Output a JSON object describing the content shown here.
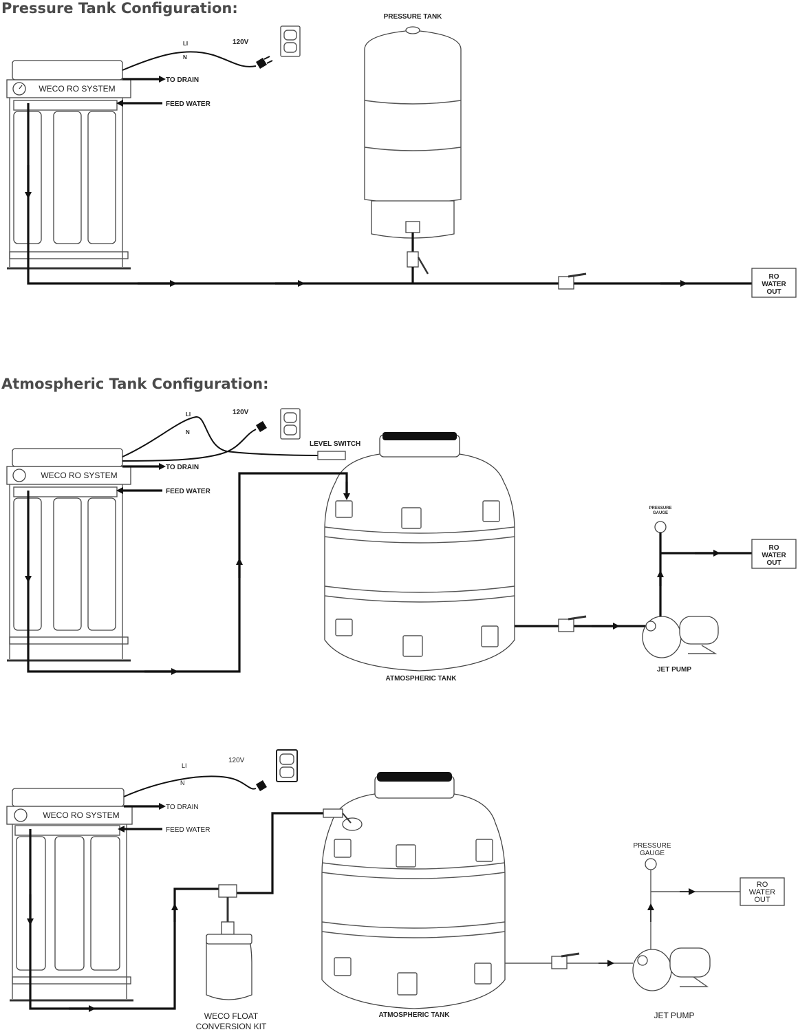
{
  "sections": {
    "pressure": {
      "title": "Pressure Tank Configuration:",
      "system_label": "WECO RO SYSTEM",
      "voltage": "120V",
      "wire_l": "LI",
      "wire_n": "N",
      "to_drain": "TO DRAIN",
      "feed_water": "FEED WATER",
      "tank_label": "PRESSURE TANK",
      "out_label": [
        "RO",
        "WATER",
        "OUT"
      ]
    },
    "atmospheric": {
      "title": "Atmospheric Tank Configuration:",
      "system_label": "WECO RO SYSTEM",
      "voltage": "120V",
      "wire_l": "LI",
      "wire_n": "N",
      "to_drain": "TO DRAIN",
      "feed_water": "FEED WATER",
      "level_switch": "LEVEL SWITCH",
      "tank_label": "ATMOSPHERIC TANK",
      "gauge_label": [
        "PRESSURE",
        "GAUGE"
      ],
      "pump_label": "JET PUMP",
      "out_label": [
        "RO",
        "WATER",
        "OUT"
      ]
    },
    "float": {
      "system_label": "WECO RO SYSTEM",
      "voltage": "120V",
      "wire_l": "LI",
      "wire_n": "N",
      "to_drain": "TO DRAIN",
      "feed_water": "FEED WATER",
      "kit_label": [
        "WECO FLOAT",
        "CONVERSION KIT"
      ],
      "tank_label": "ATMOSPHERIC TANK",
      "gauge_label": [
        "PRESSURE",
        "GAUGE"
      ],
      "pump_label": "JET PUMP",
      "out_label": [
        "RO",
        "WATER",
        "OUT"
      ]
    }
  }
}
